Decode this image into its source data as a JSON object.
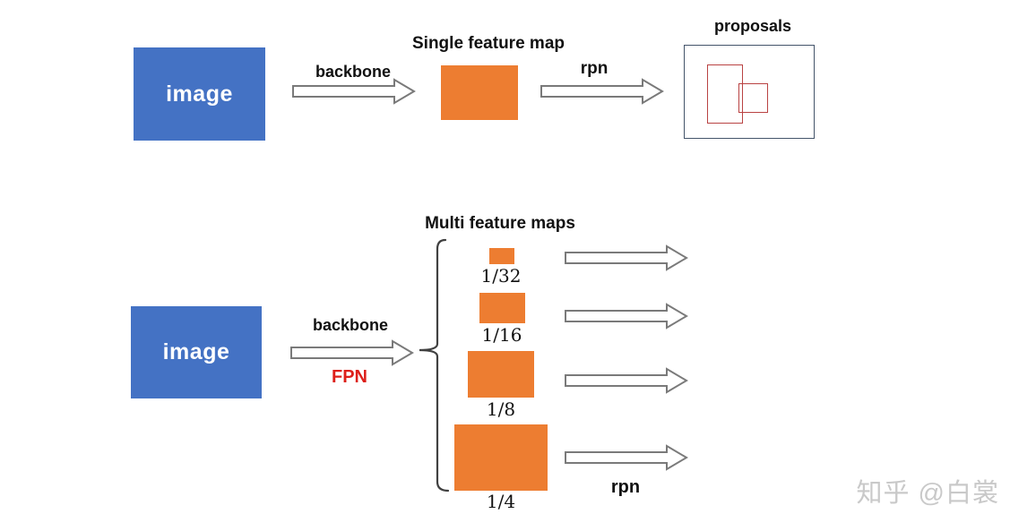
{
  "colors": {
    "blue": "#4472C4",
    "orange": "#ED7D31",
    "red_box": "#B94343",
    "proposal_border": "#44546A",
    "fpn_red": "#DD1F1A",
    "arrow_border": "#7A7A7A",
    "watermark_gray": "#C9C9C9"
  },
  "pipeline_single": {
    "image_label": "image",
    "backbone_label": "backbone",
    "feature_map_title": "Single feature map",
    "rpn_label": "rpn",
    "proposals_title": "proposals"
  },
  "pipeline_fpn": {
    "image_label": "image",
    "backbone_label": "backbone",
    "fpn_label": "FPN",
    "feature_maps_title": "Multi feature maps",
    "rpn_label": "rpn",
    "scales": [
      "1/32",
      "1/16",
      "1/8",
      "1/4"
    ]
  },
  "watermark": "知乎 @白裳"
}
